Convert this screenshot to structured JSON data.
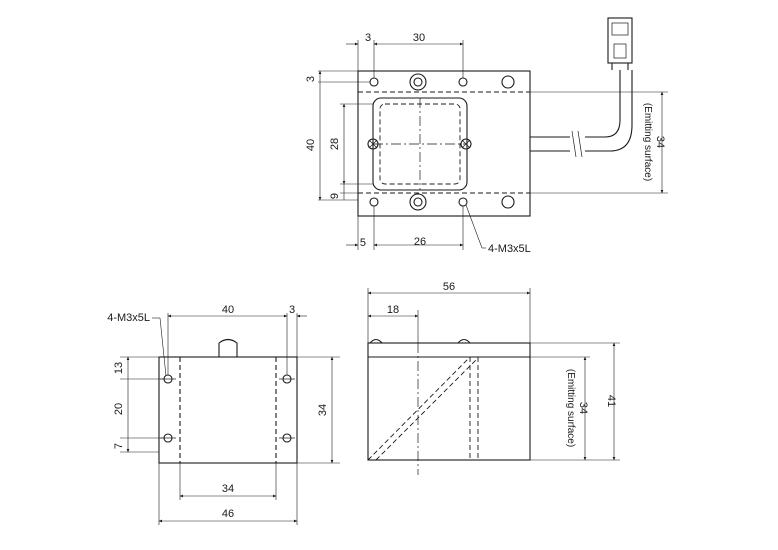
{
  "top_view": {
    "dims": {
      "d3_top": "3",
      "d30": "30",
      "d3_left": "3",
      "d40": "40",
      "d28": "28",
      "d9": "9",
      "d5": "5",
      "d26": "26",
      "d34_right": "34",
      "emitting": "(Emitting surface)",
      "thread": "4-M3x5L"
    }
  },
  "front_view": {
    "dims": {
      "thread": "4-M3x5L",
      "d40": "40",
      "d3": "3",
      "d13": "13",
      "d20": "20",
      "d7": "7",
      "d34_right": "34",
      "d34_bottom": "34",
      "d46": "46"
    }
  },
  "side_view": {
    "dims": {
      "d56": "56",
      "d18": "18",
      "d34": "34",
      "emitting": "(Emitting surface)",
      "d41": "41"
    }
  }
}
